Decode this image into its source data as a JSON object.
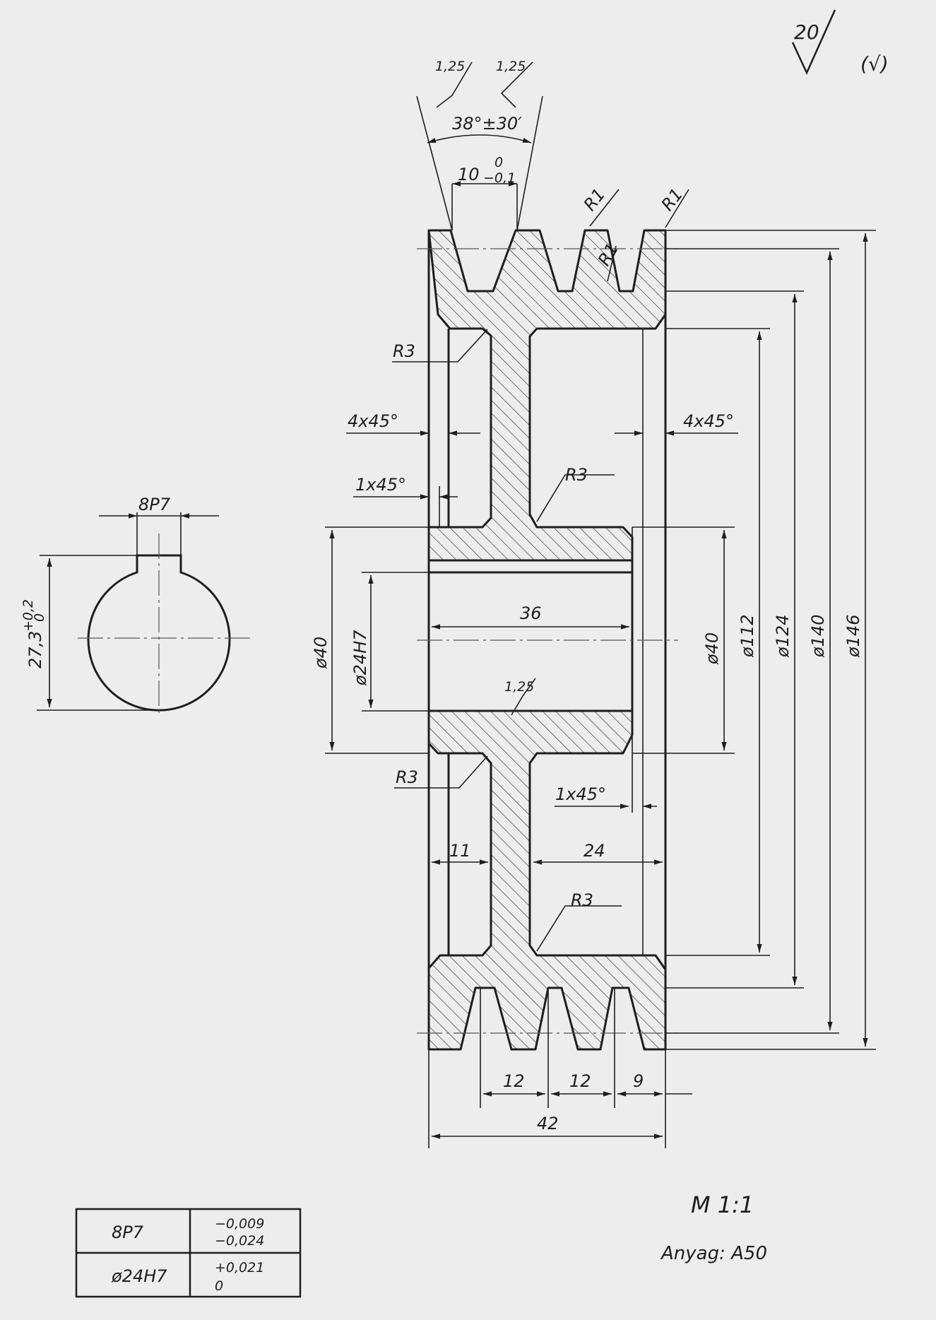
{
  "surface_symbol": {
    "value": "20",
    "secondary": "(√)"
  },
  "groove": {
    "roughness_left": "1,25",
    "roughness_right": "1,25",
    "angle": "38°±30′",
    "width": "10",
    "width_tol_upper": "0",
    "width_tol_lower": "−0,1"
  },
  "radii": {
    "r1_a": "R1",
    "r1_b": "R1",
    "r1_c": "R1",
    "r3": "R3"
  },
  "chamfers": {
    "left_4": "4x45°",
    "right_4": "4x45°",
    "small_left": "1x45°",
    "small_right": "1x45°"
  },
  "keyway": {
    "width_label": "8P7",
    "depth": "27,3",
    "depth_tol_upper": "+0,2",
    "depth_tol_lower": "0"
  },
  "diameters": {
    "d40_left": "ø40",
    "d24": "ø24H7",
    "d40_right": "ø40",
    "d112": "ø112",
    "d124": "ø124",
    "d140": "ø140",
    "d146": "ø146"
  },
  "lengths": {
    "bore": "36",
    "bore_roughness": "1,25",
    "web_left": "11",
    "web_right": "24",
    "pitch1": "12",
    "pitch2": "12",
    "edge": "9",
    "total": "42"
  },
  "scale": "M 1:1",
  "material": "Anyag: A50",
  "tolerance_table": [
    {
      "fit": "8P7",
      "upper": "−0,009",
      "lower": "−0,024"
    },
    {
      "fit": "ø24H7",
      "upper": "+0,021",
      "lower": "0"
    }
  ]
}
